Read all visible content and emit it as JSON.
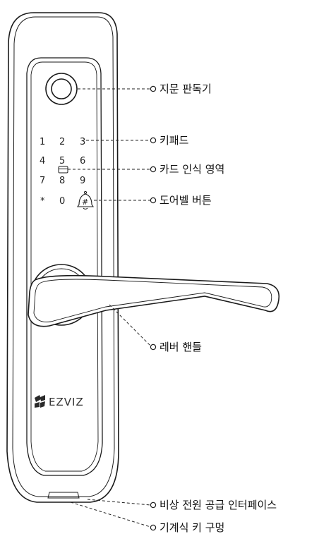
{
  "brand": {
    "name": "EZVIZ"
  },
  "keypad": {
    "keys": [
      "1",
      "2",
      "3",
      "4",
      "5",
      "6",
      "7",
      "8",
      "9",
      "*",
      "0",
      "#"
    ]
  },
  "callouts": [
    {
      "id": "fingerprint",
      "label": "지문 판독기"
    },
    {
      "id": "keypad",
      "label": "키패드"
    },
    {
      "id": "card",
      "label": "카드 인식 영역"
    },
    {
      "id": "doorbell",
      "label": "도어벨 버튼"
    },
    {
      "id": "lever",
      "label": "레버 핸들"
    },
    {
      "id": "power",
      "label": "비상 전원 공급 인터페이스"
    },
    {
      "id": "keyhole",
      "label": "기계식 키 구멍"
    }
  ]
}
